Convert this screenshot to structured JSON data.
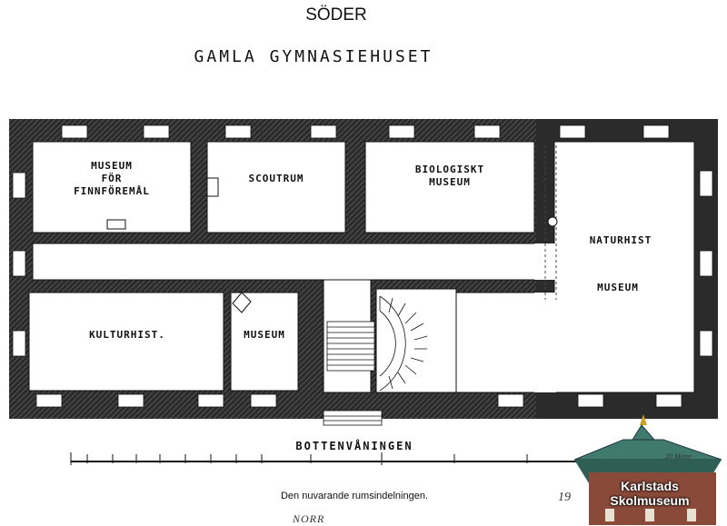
{
  "orientation_top": "SÖDER",
  "building_name": "GAMLA GYMNASIEHUSET",
  "rooms": {
    "museum_finn": [
      "MUSEUM",
      "FÖR",
      "FINNFÖREMÅL"
    ],
    "scoutrum": "SCOUTRUM",
    "biologiskt": [
      "BIOLOGISKT",
      "MUSEUM"
    ],
    "naturhist": "NATURHIST",
    "naturhist_museum": "MUSEUM",
    "kulturhist": "KULTURHIST.",
    "kulturhist_museum": "MUSEUM"
  },
  "floor_name": "BOTTENVÅNINGEN",
  "caption": "Den nuvarande rumsindelningen.",
  "orientation_bottom": "NORR",
  "year_fragment": "19",
  "scale_unit": "20 Meter",
  "museum_logo": {
    "line1": "Karlstads",
    "line2": "Skolmuseum"
  },
  "colors": {
    "wall": "#2b2b2b",
    "paper": "#ffffff",
    "logo_roof": "#3f7a6c",
    "logo_brick": "#8a4a3a"
  }
}
